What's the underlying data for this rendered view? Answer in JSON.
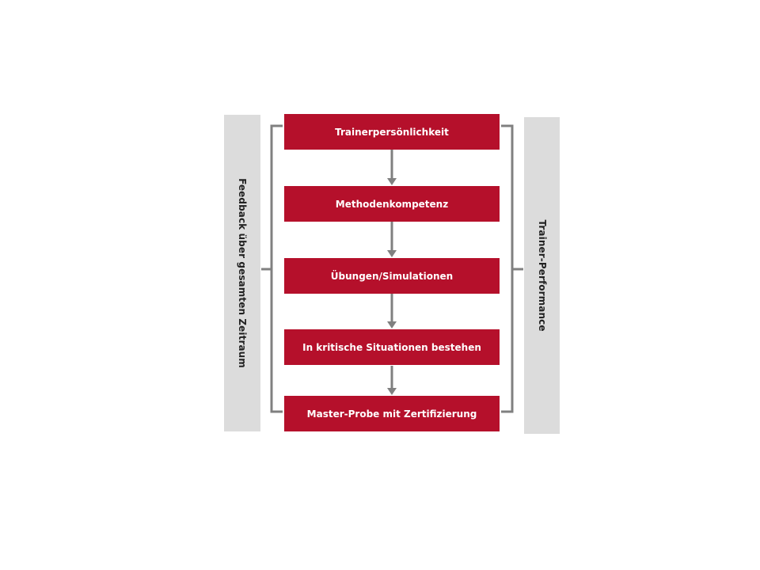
{
  "left_label": "Feedback über gesamten Zeitraum",
  "right_label": "Trainer-Performance",
  "steps": [
    "Trainerpersönlichkeit",
    "Methodenkompetenz",
    "Übungen/Simulationen",
    "In kritische Situationen bestehen",
    "Master-Probe mit Zertifizierung"
  ],
  "colors": {
    "step_fill": "#b5102b",
    "side_fill": "#dcdcdc",
    "connector": "#808080"
  }
}
